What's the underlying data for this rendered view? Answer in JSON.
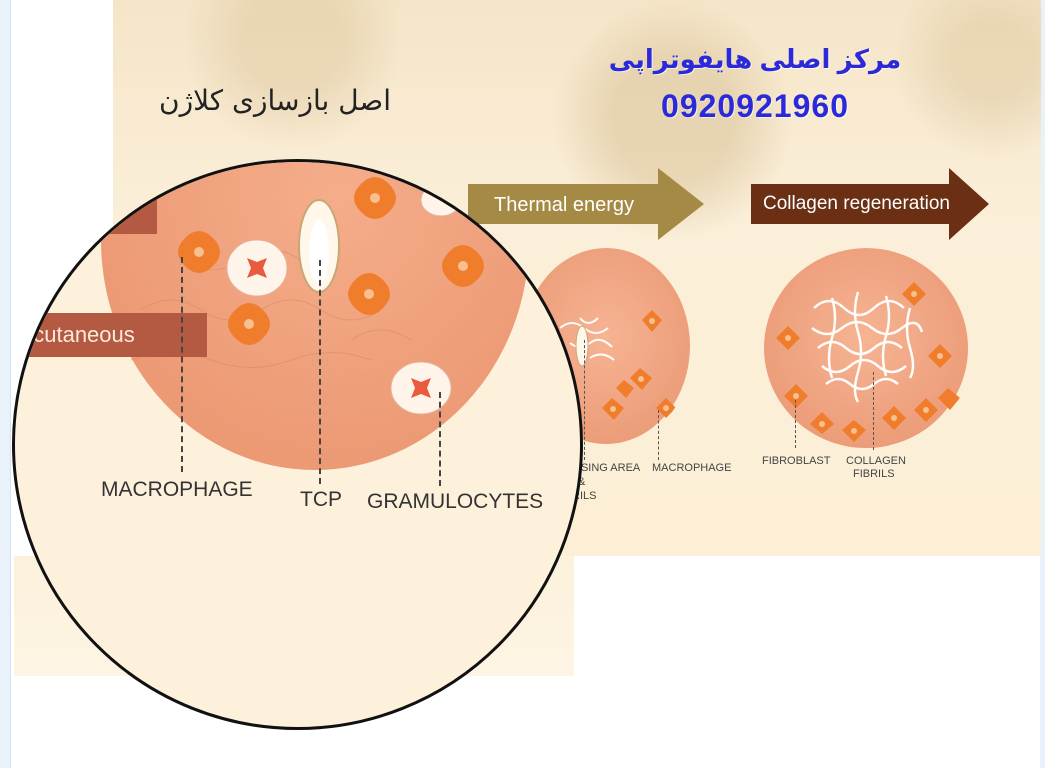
{
  "header": {
    "clinic_name": "مرکز اصلی هایفوتراپی",
    "phone": "0920921960"
  },
  "page_heading": "اصل بازسازی کلاژن",
  "process": {
    "step1_label": "Thermal energy",
    "step2_label": "Collagen regeneration",
    "colors": {
      "step1_arrow": "#a58a45",
      "step2_arrow": "#6b2f13"
    }
  },
  "diagram_middle": {
    "label_focusing": "USING AREA",
    "label_amp": "&",
    "label_fibrils": "RILS",
    "label_macrophage": "MACROPHAGE"
  },
  "diagram_right": {
    "label_fibroblast": "FIBROBLAST",
    "label_collagen_line1": "COLLAGEN",
    "label_collagen_line2": "FIBRILS"
  },
  "zoom": {
    "layer_label": "bcutaneous",
    "label_macrophage": "MACROPHAGE",
    "label_tcp": "TCP",
    "label_granulocytes": "GRAMULOCYTES"
  },
  "colors": {
    "tissue": "#f0a783",
    "cell_orange": "#f07d2c",
    "headline_blue": "#2c2ad8",
    "layer_tab": "#b45a43"
  }
}
